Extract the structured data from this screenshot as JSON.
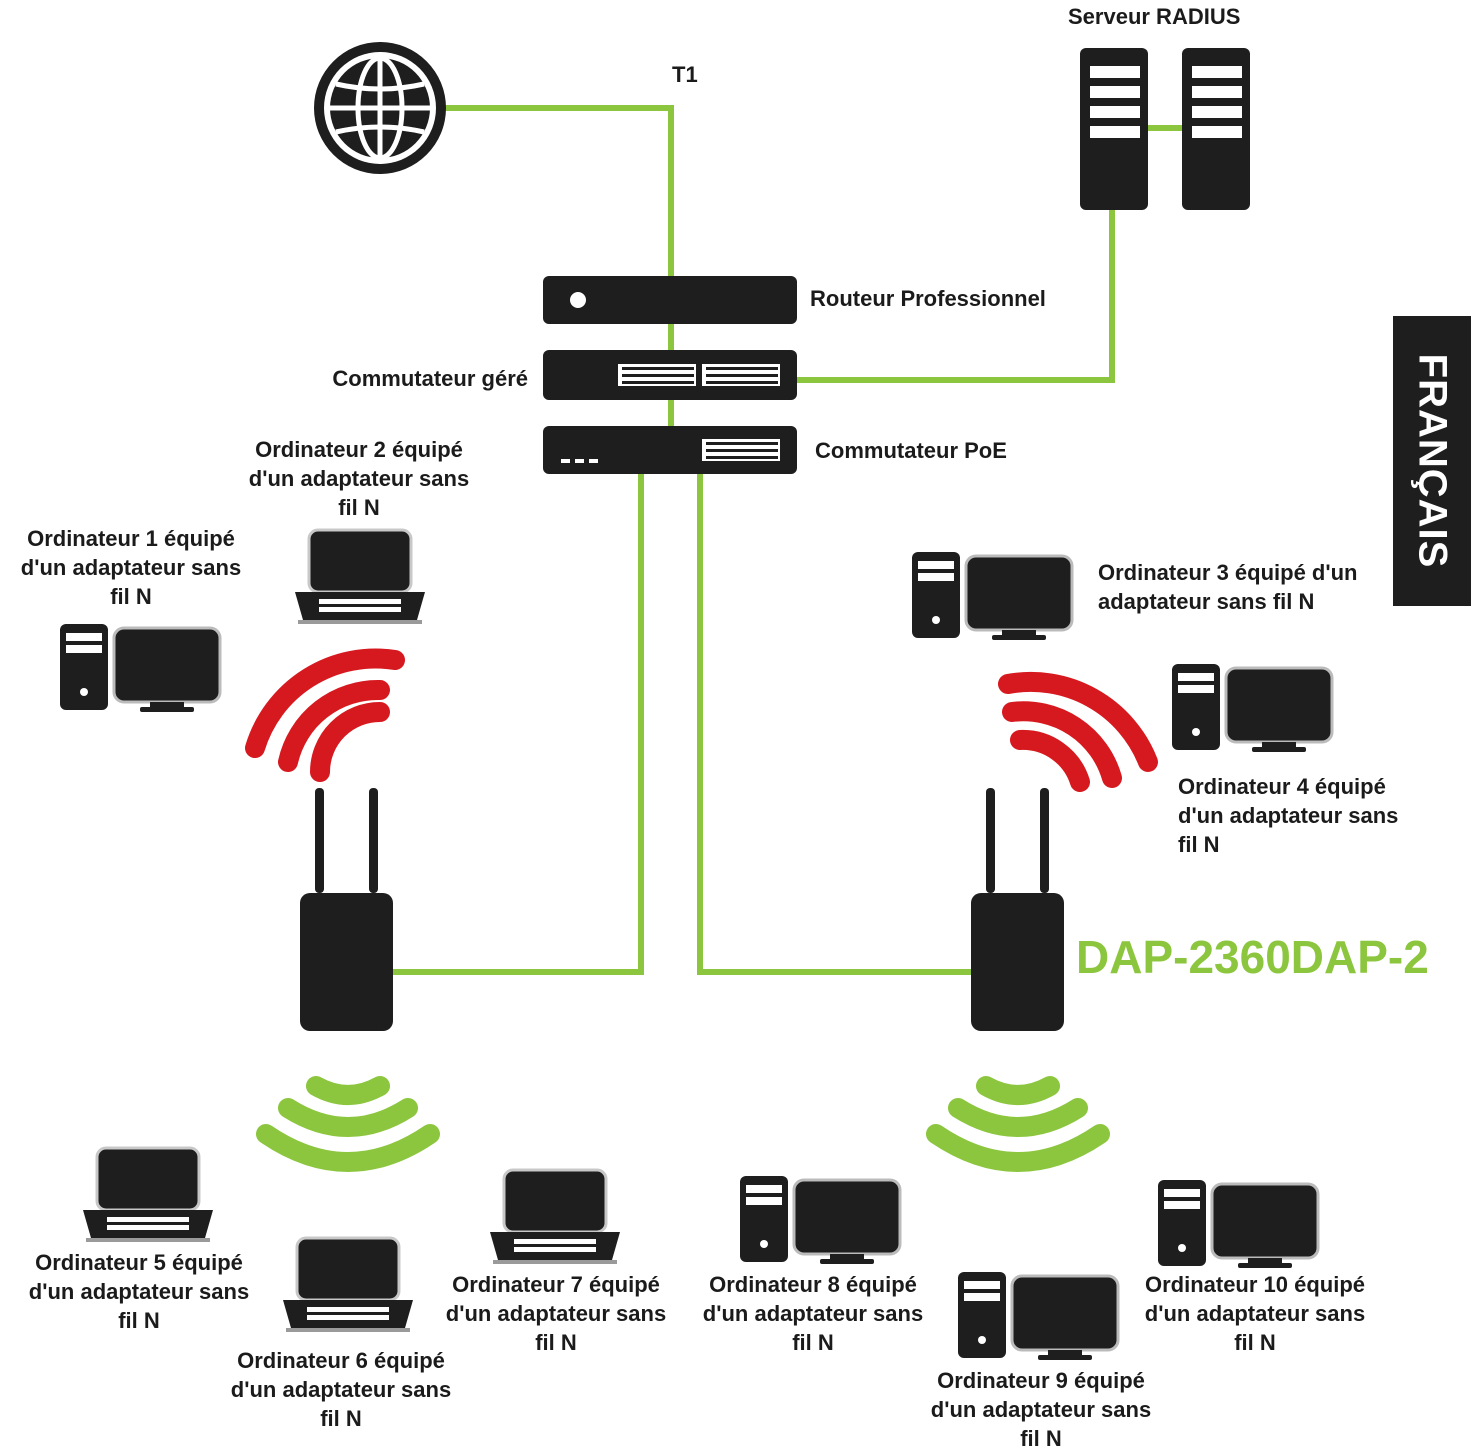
{
  "labels": {
    "t1": "T1",
    "radius": "Serveur RADIUS",
    "router": "Routeur Professionnel",
    "managed_switch": "Commutateur géré",
    "poe_switch": "Commutateur PoE",
    "pc1": "Ordinateur 1 équipé\nd'un adaptateur sans\nfil N",
    "pc2": "Ordinateur 2 équipé\nd'un adaptateur sans\nfil N",
    "pc3": "Ordinateur 3 équipé d'un\nadaptateur sans fil N",
    "pc4": "Ordinateur 4 équipé\nd'un adaptateur sans\nfil N",
    "pc5": "Ordinateur 5 équipé\nd'un adaptateur sans\nfil N",
    "pc6": "Ordinateur 6 équipé\nd'un adaptateur sans\nfil N",
    "pc7": "Ordinateur 7 équipé\nd'un adaptateur sans\nfil N",
    "pc8": "Ordinateur 8 équipé\nd'un adaptateur sans\nfil N",
    "pc9": "Ordinateur 9 équipé\nd'un adaptateur sans\nfil N",
    "pc10": "Ordinateur 10 équipé\nd'un adaptateur sans\nfil N",
    "model": "DAP-2360DAP-2",
    "language_tab": "FRANÇAIS"
  },
  "colors": {
    "link": "#8cc63f",
    "device": "#1e1e1e",
    "signal_top": "#d6191f",
    "signal_bottom": "#8cc63f"
  },
  "icons": {
    "internet": "globe-icon",
    "server": "server-tower-icon",
    "desktop": "desktop-computer-icon",
    "laptop": "laptop-icon",
    "access_point": "access-point-icon",
    "signal": "wifi-signal-icon"
  }
}
